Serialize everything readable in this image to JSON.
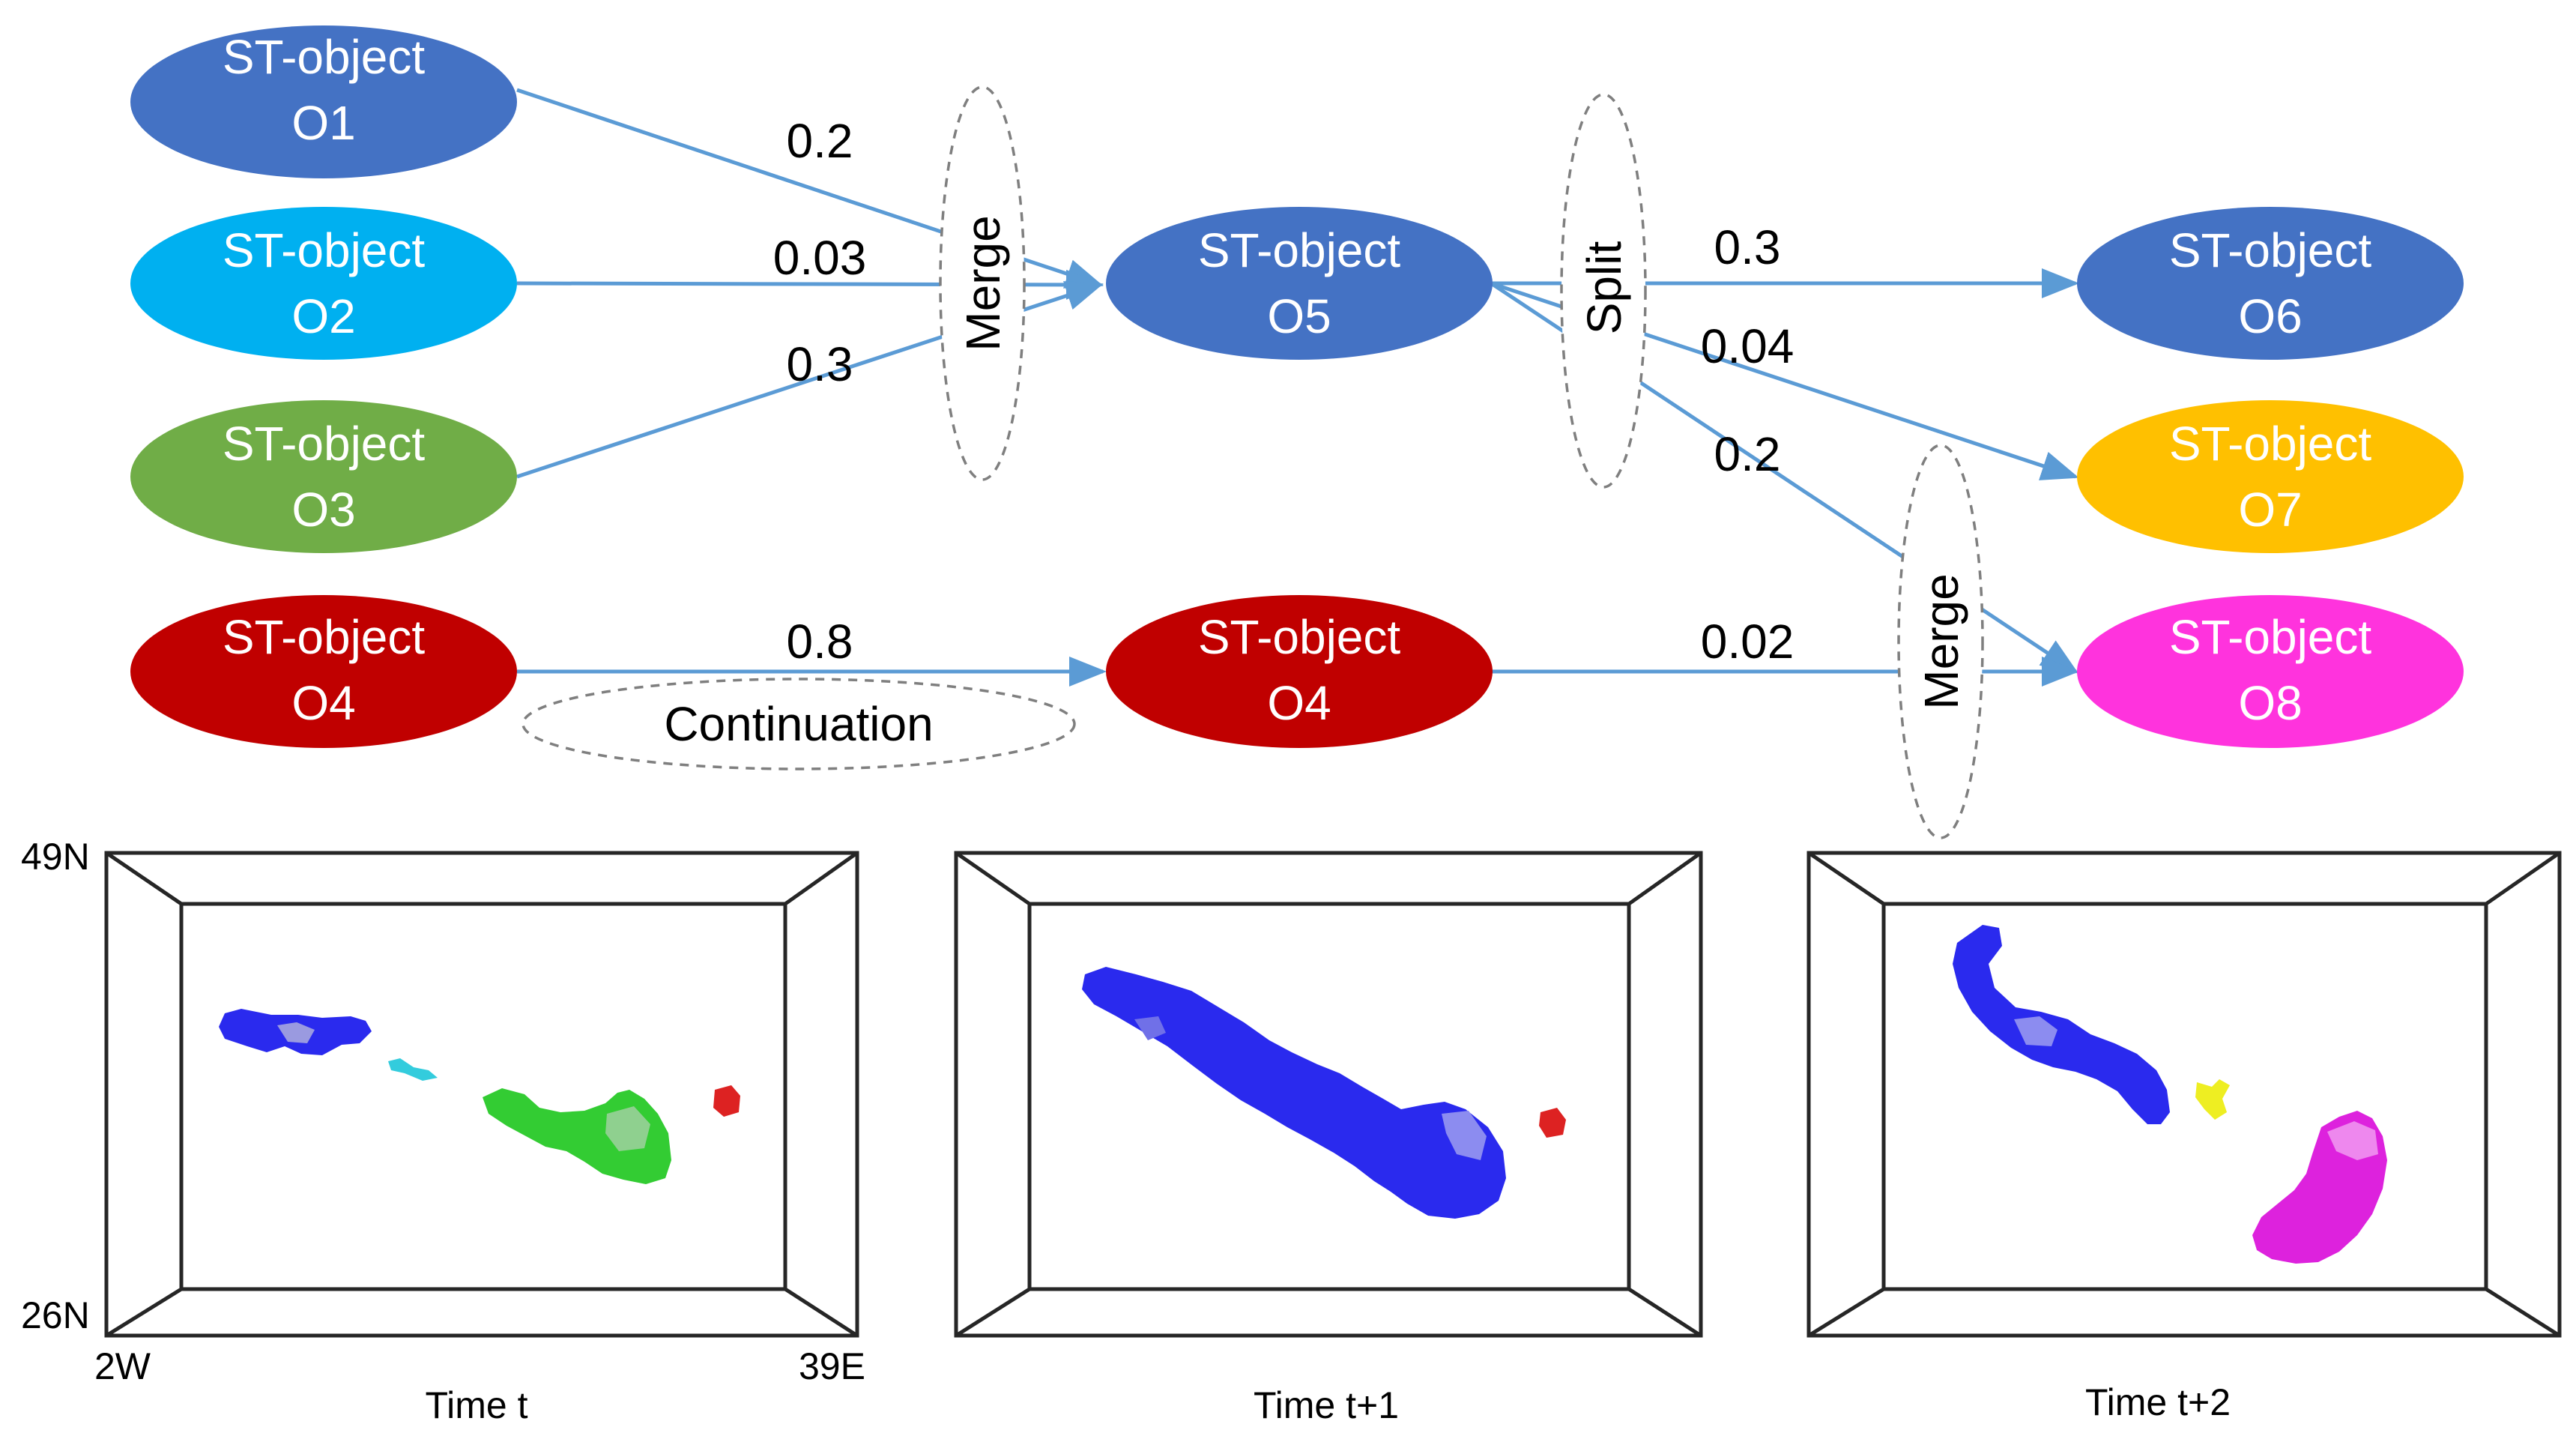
{
  "nodes": {
    "o1": {
      "line1": "ST-object",
      "line2": "O1",
      "color": "#4472c4"
    },
    "o2": {
      "line1": "ST-object",
      "line2": "O2",
      "color": "#00b0f0"
    },
    "o3": {
      "line1": "ST-object",
      "line2": "O3",
      "color": "#70ad47"
    },
    "o4_left": {
      "line1": "ST-object",
      "line2": "O4",
      "color": "#c00000"
    },
    "o5": {
      "line1": "ST-object",
      "line2": "O5",
      "color": "#4472c4"
    },
    "o4_mid": {
      "line1": "ST-object",
      "line2": "O4",
      "color": "#c00000"
    },
    "o6": {
      "line1": "ST-object",
      "line2": "O6",
      "color": "#4472c4"
    },
    "o7": {
      "line1": "ST-object",
      "line2": "O7",
      "color": "#ffc000"
    },
    "o8": {
      "line1": "ST-object",
      "line2": "O8",
      "color": "#ff33dd"
    }
  },
  "operations": {
    "merge_left": "Merge",
    "split": "Split",
    "merge_right": "Merge",
    "continuation": "Continuation"
  },
  "weights": {
    "o1_o5": "0.2",
    "o2_o5": "0.03",
    "o3_o5": "0.3",
    "o4_o4": "0.8",
    "o5_o6": "0.3",
    "o5_o7": "0.04",
    "o5_o8": "0.2",
    "o4_o8": "0.02"
  },
  "axes": {
    "lat_top": "49N",
    "lat_bottom": "26N",
    "lon_left": "2W",
    "lon_right": "39E"
  },
  "panels": {
    "t0": {
      "caption": "Time t"
    },
    "t1": {
      "caption": "Time t+1"
    },
    "t2": {
      "caption": "Time t+2"
    }
  },
  "colors": {
    "edge": "#5b9bd5",
    "blob_blue": "#2a2aee",
    "blob_cyan": "#33ccdd",
    "blob_green": "#33cc33",
    "blob_red": "#dd2222",
    "blob_yellow": "#eeee22",
    "blob_magenta": "#dd22dd"
  }
}
